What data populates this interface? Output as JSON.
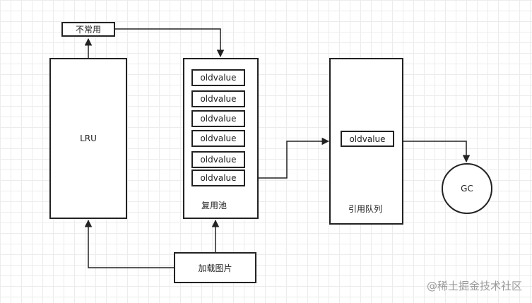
{
  "nodes": {
    "rare": "不常用",
    "lru": "LRU",
    "reuse_pool": {
      "caption": "复用池",
      "items": [
        "oldvalue",
        "oldvalue",
        "oldvalue",
        "oldvalue",
        "oldvalue",
        "oldvalue"
      ]
    },
    "ref_queue": {
      "caption": "引用队列",
      "item": "oldvalue"
    },
    "gc": "GC",
    "load_image": "加载图片"
  },
  "watermark": "@稀土掘金技术社区"
}
